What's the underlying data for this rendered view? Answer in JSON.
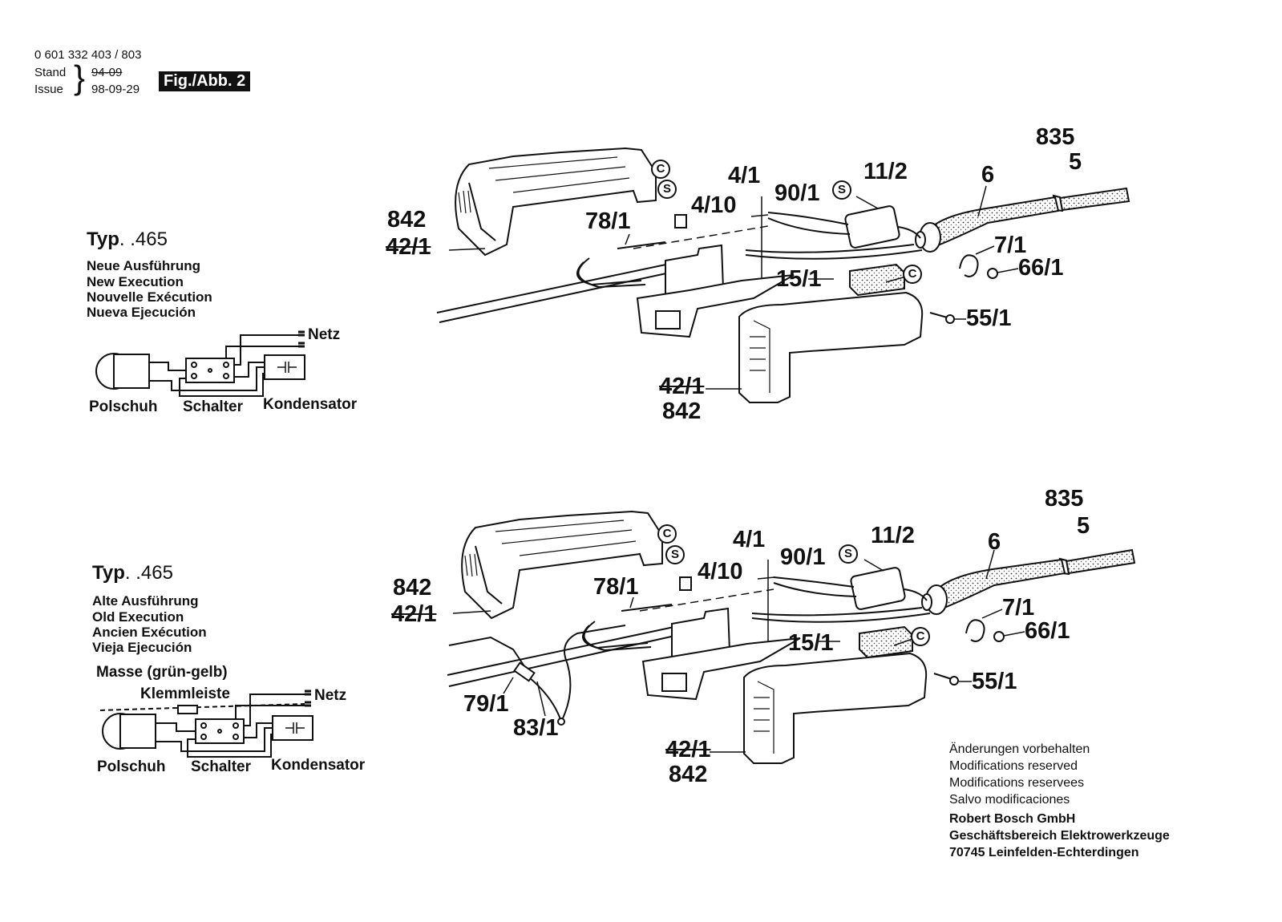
{
  "header": {
    "part_number": "0 601 332 403 / 803",
    "stand_label": "Stand",
    "issue_label": "Issue",
    "stand_old": "94-09",
    "issue_date": "98-09-29",
    "figure": "Fig./Abb. 2"
  },
  "top": {
    "type_prefix": "Typ",
    "type_number": ". .465",
    "execution": [
      "Neue Ausführung",
      "New Execution",
      "Nouvelle Exécution",
      "Nueva Ejecución"
    ],
    "schematic": {
      "netz": "Netz",
      "polschuh": "Polschuh",
      "schalter": "Schalter",
      "kondensator": "Kondensator"
    },
    "callouts": {
      "p835": "835",
      "p5": "5",
      "p6": "6",
      "p11_2": "11/2",
      "p90_1": "90/1",
      "p4_1": "4/1",
      "p4_10": "4/10",
      "p842a": "842",
      "p42_1a": "42/1",
      "p78_1": "78/1",
      "p7_1": "7/1",
      "p66_1": "66/1",
      "p15_1": "15/1",
      "p55_1": "55/1",
      "p42_1b": "42/1",
      "p842b": "842",
      "c1": "C",
      "s1": "S",
      "s2": "S",
      "c2": "C"
    }
  },
  "bottom": {
    "type_prefix": "Typ",
    "type_number": ". .465",
    "execution": [
      "Alte Ausführung",
      "Old Execution",
      "Ancien Exécution",
      "Vieja Ejecución"
    ],
    "schematic": {
      "masse": "Masse (grün-gelb)",
      "klemmleiste": "Klemmleiste",
      "netz": "Netz",
      "polschuh": "Polschuh",
      "schalter": "Schalter",
      "kondensator": "Kondensator"
    },
    "callouts": {
      "p835": "835",
      "p5": "5",
      "p6": "6",
      "p11_2": "11/2",
      "p90_1": "90/1",
      "p4_1": "4/1",
      "p4_10": "4/10",
      "p842a": "842",
      "p42_1a": "42/1",
      "p78_1": "78/1",
      "p7_1": "7/1",
      "p66_1": "66/1",
      "p15_1": "15/1",
      "p55_1": "55/1",
      "p79_1": "79/1",
      "p83_1": "83/1",
      "p42_1b": "42/1",
      "p842b": "842",
      "c1": "C",
      "s1": "S",
      "s2": "S",
      "c2": "C"
    }
  },
  "footer": {
    "notes": [
      "Änderungen vorbehalten",
      "Modifications reserved",
      "Modifications reservees",
      "Salvo modificaciones"
    ],
    "company": [
      "Robert Bosch GmbH",
      "Geschäftsbereich Elektrowerkzeuge",
      "70745 Leinfelden-Echterdingen"
    ]
  }
}
